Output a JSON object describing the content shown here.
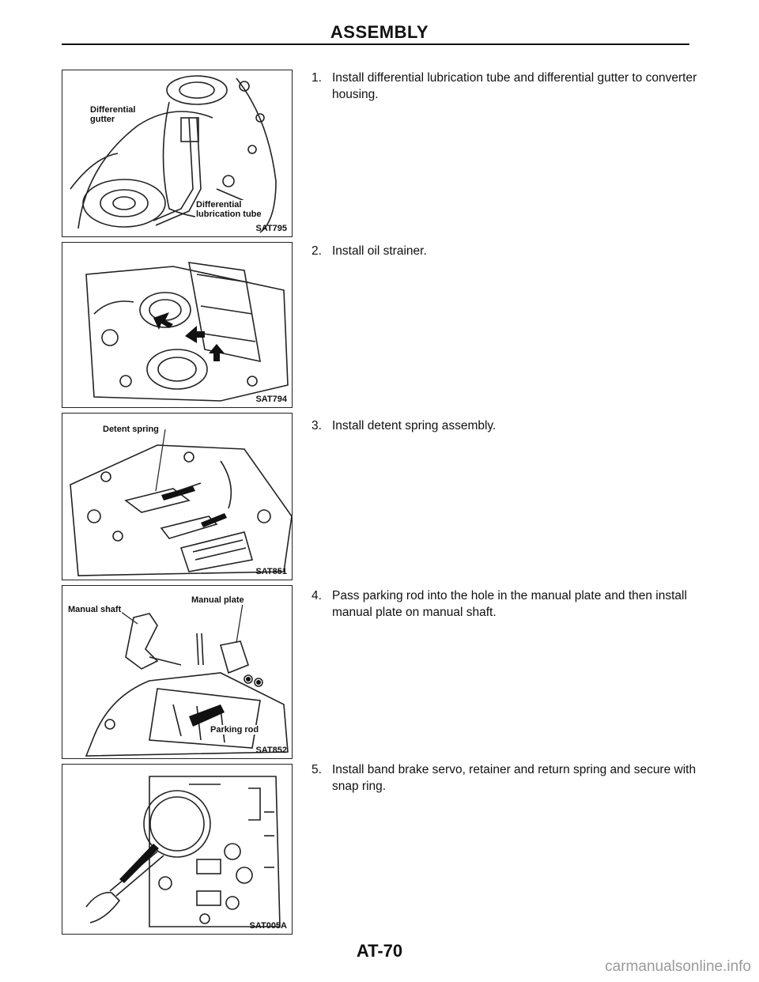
{
  "header": {
    "title": "ASSEMBLY"
  },
  "figures": [
    {
      "code": "SAT795",
      "labels": {
        "gutter": "Differential\ngutter",
        "tube": "Differential\nlubrication tube"
      }
    },
    {
      "code": "SAT794"
    },
    {
      "code": "SAT851",
      "labels": {
        "spring": "Detent spring"
      }
    },
    {
      "code": "SAT852",
      "labels": {
        "shaft": "Manual shaft",
        "plate": "Manual plate",
        "rod": "Parking rod"
      }
    },
    {
      "code": "SAT005A"
    }
  ],
  "steps": [
    {
      "num": "1.",
      "text": "Install differential lubrication tube and differential gutter to converter housing."
    },
    {
      "num": "2.",
      "text": "Install oil strainer."
    },
    {
      "num": "3.",
      "text": "Install detent spring assembly."
    },
    {
      "num": "4.",
      "text": "Pass parking rod into the hole in the manual plate and then install manual plate on manual shaft."
    },
    {
      "num": "5.",
      "text": "Install band brake servo, retainer and return spring and secure with snap ring."
    }
  ],
  "footer": {
    "page_number": "AT-70",
    "watermark": "carmanualsonline.info"
  }
}
